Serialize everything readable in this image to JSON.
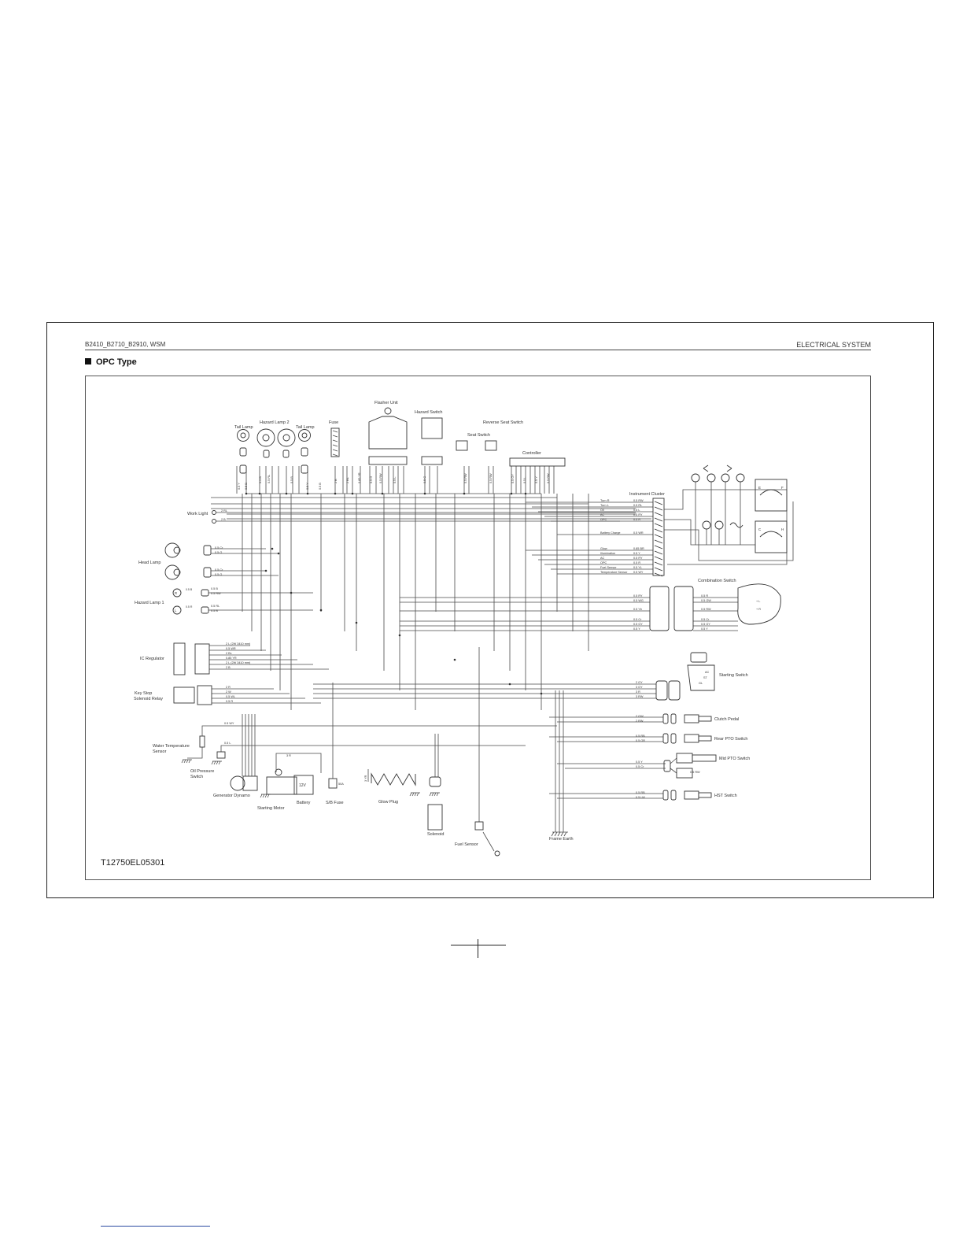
{
  "header": {
    "model": "B2410_B2710_B2910, WSM",
    "section": "ELECTRICAL  SYSTEM",
    "title": "OPC  Type"
  },
  "figure_code": "T12750EL05301",
  "components": {
    "tail_lamp_l": "Tail Lamp",
    "hazard_lamp_2": "Hazard Lamp 2",
    "tail_lamp_r": "Tail Lamp",
    "fuse": "Fuse",
    "flasher_unit": "Flasher Unit",
    "hazard_switch": "Hazard Switch",
    "reverse_seat_switch": "Reverse Seat Switch",
    "seat_switch": "Seat Switch",
    "controller": "Controller",
    "instrument_cluster": "Instrument Cluster",
    "work_light": "Work Light",
    "head_lamp": "Head Lamp",
    "hazard_lamp_1": "Hazard Lamp 1",
    "ic_regulator": "IC  Regulator",
    "key_stop_1": "Key Stop",
    "key_stop_2": "Solenoid Relay",
    "water_temp_1": "Water Temperature",
    "water_temp_2": "Sensor",
    "oil_press_1": "Oil Pressure",
    "oil_press_2": "Switch",
    "generator": "Generator Dynamo",
    "starting_motor": "Starting Motor",
    "battery": "Battery",
    "battery_voltage": "12V",
    "sb_fuse": "S/B  Fuse",
    "glow_plug": "Glow Plug",
    "solenoid": "Solenoid",
    "fuel_sensor": "Fuel Sensor",
    "frame_earth": "Frame Earth",
    "combination_switch": "Combination Switch",
    "starting_switch": "Starting Switch",
    "clutch_pedal": "Clutch Pedal",
    "rear_pto_switch": "Rear PTO  Switch",
    "mid_pto_switch": "Mid PTO  Switch",
    "hst_switch": "HST  Switch"
  },
  "cluster_signals": [
    "Turn R",
    "Turn L",
    "Oil",
    "AC",
    "OPC",
    "Battery Charge",
    "Glow",
    "Illumination",
    "AC",
    "OPC",
    "Fuel Sensor",
    "Temperature Sensor"
  ],
  "cluster_wires": [
    "0.5 RW",
    "0.5 RL",
    "0.5 L",
    "0.5 RY",
    "0.5 R",
    "0.5 WR",
    "0.85 BR",
    "0.5 Y",
    "0.5 RY",
    "0.5 R",
    "0.5 YL",
    "0.5 WY"
  ],
  "combination_wires_l": [
    "0.5 RY",
    "0.5 WG",
    "0.5 Yb",
    "0.5 Cr",
    "0.5 GY",
    "0.5 Y"
  ],
  "combination_wires_r": [
    "0.5 R",
    "0.5 GW",
    "0.5 RW",
    "0.5 Cr",
    "0.5 GY",
    "0.5 Y"
  ],
  "starting_wires": [
    "2 GY",
    "3 GY",
    "3 R",
    "3 RW"
  ],
  "starting_terms": [
    "AC",
    "ST",
    "GL"
  ],
  "ic_wires": [
    "2 L (2W 3410 mm)",
    "0.5 WR",
    "2 BL",
    "0.85 YR",
    "2 L (2W 3410 mm)",
    "2 B"
  ],
  "keystop_wires": [
    "2 R",
    "2 W",
    "0.5 WL",
    "0.5 R"
  ],
  "headlamp_wires": [
    "0.5 Cr",
    "0.5 G",
    "0.5 Cr",
    "0.5 G"
  ],
  "hazard1_wires": [
    "0.5 B",
    "0.5 RW",
    "0.5 RL",
    "0.5 B"
  ],
  "worklight_wires": [
    "2 RL",
    "2 B"
  ],
  "water_wire": "0.5 WY",
  "oil_wire": "0.5 L",
  "battery_wire": "3 R",
  "glow_wire": "3 YR",
  "clutch_wires": [
    "2 GW",
    "2 RW"
  ],
  "rear_pto_wires": [
    "0.5 RB",
    "0.5 GR"
  ],
  "mid_pto_wires": [
    "0.5 Y",
    "0.5 Cr"
  ],
  "mid_pto_wire2": "0.5 RW",
  "hst_wires": [
    "0.5 RB",
    "0.5 LW"
  ],
  "sb_amps": "50A",
  "gauge_letters": [
    "E",
    "F",
    "C",
    "H"
  ],
  "lamp_letters": [
    "R",
    "L"
  ]
}
